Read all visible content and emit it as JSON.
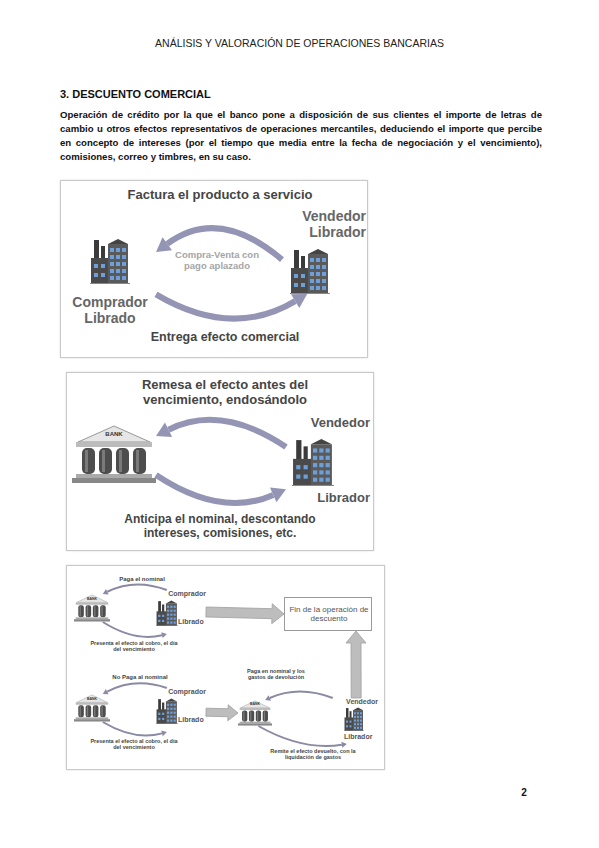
{
  "diagram": {
    "title": "3. DESCUENTO COMERCIAL",
    "nodes": [
      {
        "text": [
          "Comprador Librado"
        ]
      },
      {
        "text": [
          "Vendedor Librador"
        ]
      },
      {
        "text": [
          "BANK"
        ]
      },
      {
        "text": [
          "Vendedor",
          "Librador"
        ]
      },
      {
        "text": [
          "BANK"
        ]
      },
      {
        "text": [
          "Comprador",
          "Librado"
        ]
      },
      {
        "text": [
          "Fin de la operación de descuento"
        ]
      },
      {
        "text": [
          "BANK"
        ]
      },
      {
        "text": [
          "Comprador",
          "Librado"
        ]
      },
      {
        "text": [
          "BANK"
        ]
      },
      {
        "text": [
          "Vendedor",
          "Librador"
        ]
      }
    ],
    "edges": [
      {
        "from": 1,
        "to": 0,
        "label": "Factura el producto a servicio",
        "arrow": "to"
      },
      {
        "from": 0,
        "to": 1,
        "label": "Entrega efecto comercial",
        "arrow": "to"
      },
      {
        "from": 3,
        "to": 2,
        "label": "Remesa el efecto antes del vencimiento, endosándolo",
        "arrow": "to"
      },
      {
        "from": 2,
        "to": 3,
        "label": "Anticipa el nominal, descontando intereses, comisiones, etc.",
        "arrow": "to"
      },
      {
        "from": 5,
        "to": 4,
        "label": "Paga el nominal",
        "arrow": "to"
      },
      {
        "from": 4,
        "to": 5,
        "label": "Presenta el efecto al cobro, el día del vencimiento",
        "arrow": "to"
      },
      {
        "from": 5,
        "to": 6,
        "arrow": "to"
      },
      {
        "from": 8,
        "to": 7,
        "label": "No Paga al nominal",
        "arrow": "to"
      },
      {
        "from": 7,
        "to": 8,
        "label": "Presenta el efecto al cobro, el día del vencimiento",
        "arrow": "to"
      },
      {
        "from": 8,
        "to": 9,
        "arrow": "to"
      },
      {
        "from": 10,
        "to": 9,
        "label": "Paga en nominal y los gastos de devolución",
        "arrow": "to"
      },
      {
        "from": 9,
        "to": 10,
        "label": "Remite el efecto devuelto, con la liquidación de gastos",
        "arrow": "to"
      },
      {
        "from": 10,
        "to": 6,
        "arrow": "to"
      }
    ],
    "labels": [
      "ANÁLISIS Y VALORACIÓN DE OPERACIONES BANCARIAS",
      "Operación de crédito por la que el banco pone a disposición de sus clientes el importe de letras de cambio u otros efectos representativos de operaciones mercantiles, deduciendo el importe que percibe en concepto de intereses (por el tiempo que media entre la fecha de negociación y el vencimiento), comisiones, correo y timbres, en su caso.",
      "Compra-Venta con pago aplazado",
      "2"
    ]
  }
}
